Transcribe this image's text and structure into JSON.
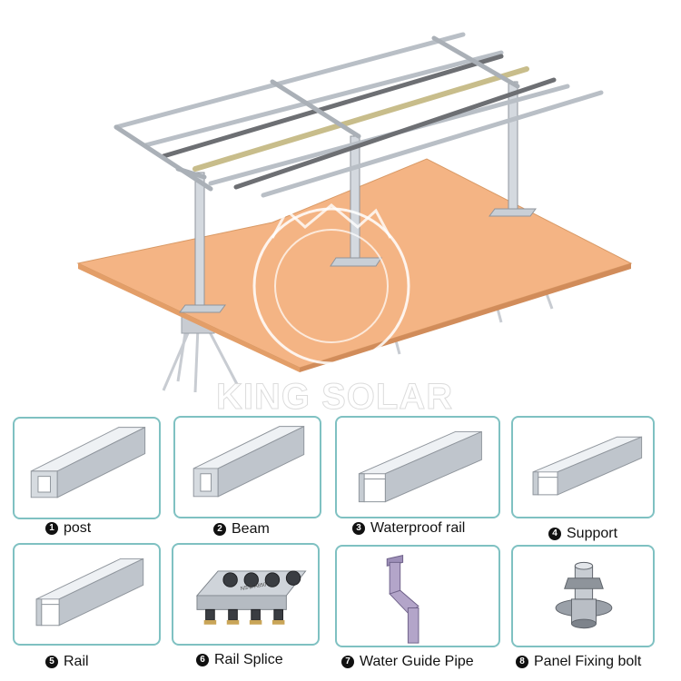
{
  "watermark": "KING SOLAR",
  "components": [
    {
      "num": "1",
      "label": "post"
    },
    {
      "num": "2",
      "label": "Beam"
    },
    {
      "num": "3",
      "label": "Waterproof rail"
    },
    {
      "num": "4",
      "label": "Support"
    },
    {
      "num": "5",
      "label": "Rail"
    },
    {
      "num": "6",
      "label": "Rail Splice"
    },
    {
      "num": "7",
      "label": "Water Guide Pipe"
    },
    {
      "num": "8",
      "label": "Panel Fixing bolt"
    }
  ],
  "splice_marking": "NS-Z-A850",
  "colors": {
    "card_border": "#7fc1c2",
    "platform": "#f4b484",
    "steel": "#c9cfd6",
    "pipe": "#b3a5c9"
  }
}
